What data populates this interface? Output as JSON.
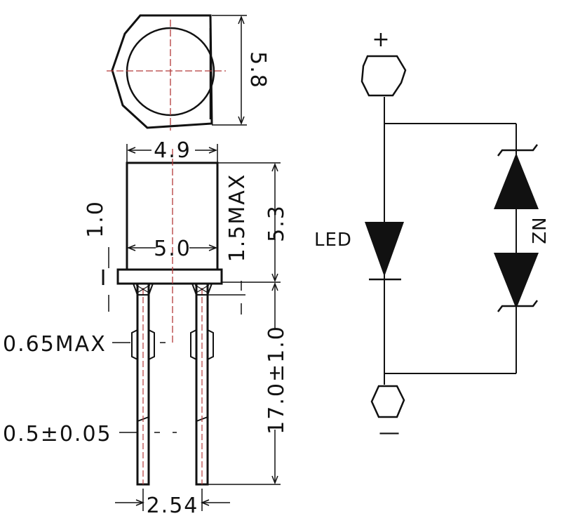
{
  "top_view": {
    "width_dim": "5.8"
  },
  "side_view": {
    "body_width": "4.9",
    "flange_width": "5.0",
    "dome_height": "1.0",
    "flange_thickness_marker": "I",
    "max_offset": "1.5MAX",
    "body_height": "5.3",
    "lead_length": "17.0±1.0",
    "lead_thickness": "0.65MAX",
    "lead_width": "0.5±0.05",
    "lead_pitch": "2.54"
  },
  "schematic": {
    "plus_label": "+",
    "minus_label": "—",
    "led_label": "LED",
    "zener_label": "ZN"
  },
  "colors": {
    "ink": "#111111",
    "centerline": "#b33a3a"
  }
}
